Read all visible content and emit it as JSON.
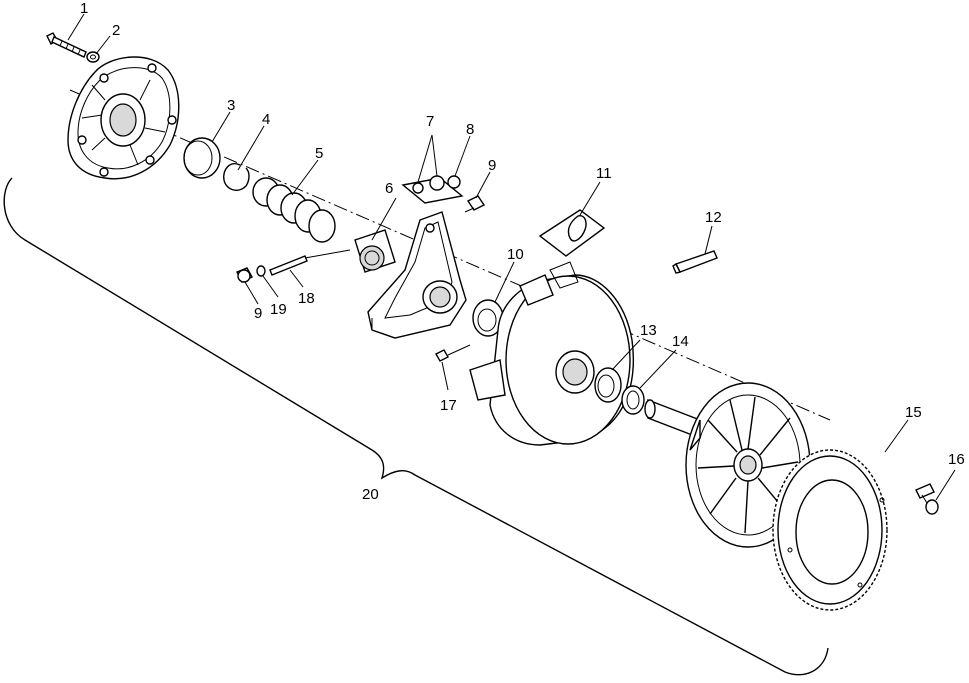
{
  "diagram": {
    "callouts": [
      {
        "id": "1",
        "label": "1"
      },
      {
        "id": "2",
        "label": "2"
      },
      {
        "id": "3",
        "label": "3"
      },
      {
        "id": "4",
        "label": "4"
      },
      {
        "id": "5",
        "label": "5"
      },
      {
        "id": "6",
        "label": "6"
      },
      {
        "id": "7",
        "label": "7"
      },
      {
        "id": "8",
        "label": "8"
      },
      {
        "id": "9a",
        "label": "9"
      },
      {
        "id": "10",
        "label": "10"
      },
      {
        "id": "11",
        "label": "11"
      },
      {
        "id": "12",
        "label": "12"
      },
      {
        "id": "13",
        "label": "13"
      },
      {
        "id": "14",
        "label": "14"
      },
      {
        "id": "15",
        "label": "15"
      },
      {
        "id": "16",
        "label": "16"
      },
      {
        "id": "17",
        "label": "17"
      },
      {
        "id": "18",
        "label": "18"
      },
      {
        "id": "19",
        "label": "19"
      },
      {
        "id": "9b",
        "label": "9"
      },
      {
        "id": "20",
        "label": "20"
      }
    ]
  }
}
